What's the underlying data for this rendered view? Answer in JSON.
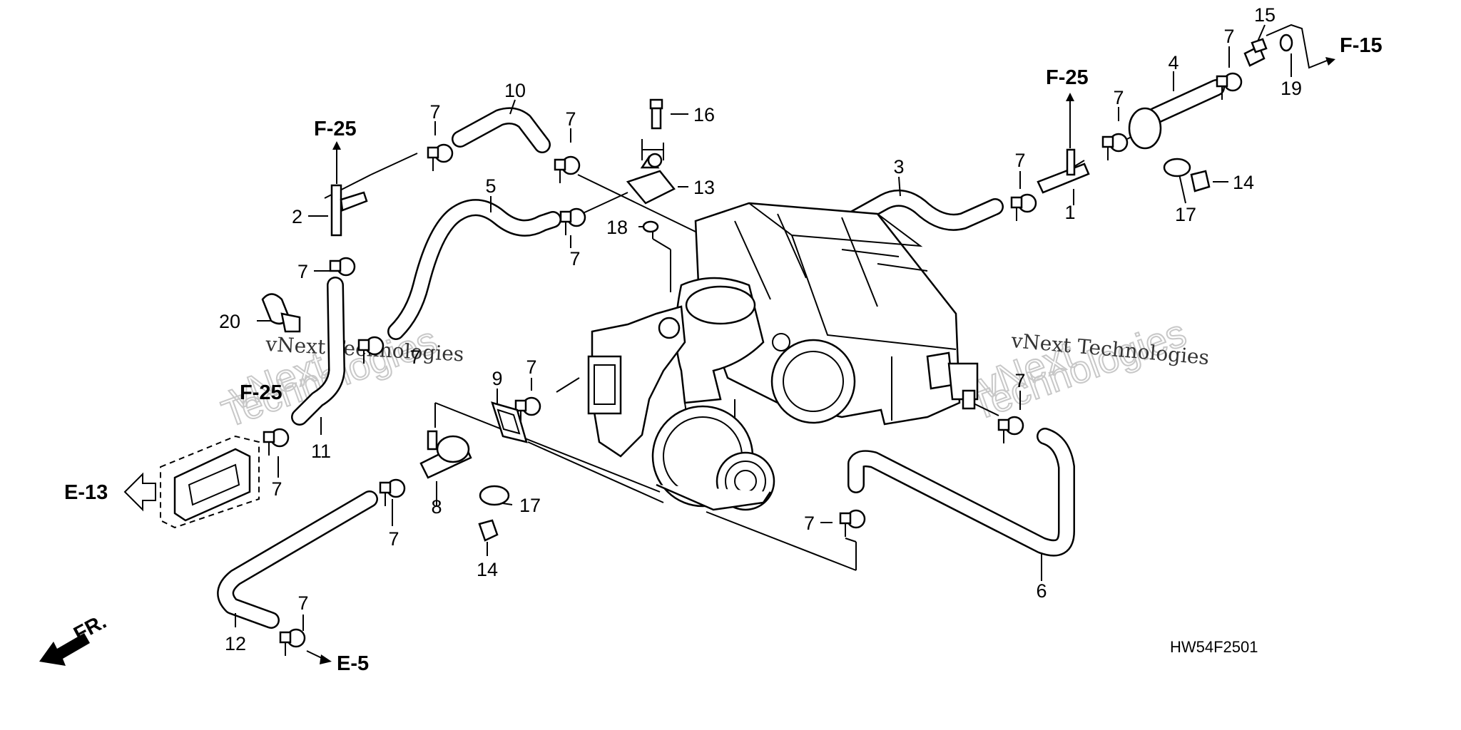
{
  "diagram_code": "HW54F2501",
  "watermark": {
    "line1": "vNext Technologies",
    "line2_a": "vNext",
    "line2_b": "Technologies"
  },
  "direction": {
    "front": "FR."
  },
  "refs": {
    "f25": "F-25",
    "f15": "F-15",
    "e13": "E-13",
    "e5": "E-5"
  },
  "parts": {
    "p1": "1",
    "p2": "2",
    "p3": "3",
    "p4": "4",
    "p5": "5",
    "p6": "6",
    "p7": "7",
    "p8": "8",
    "p9": "9",
    "p10": "10",
    "p11": "11",
    "p12": "12",
    "p13": "13",
    "p14": "14",
    "p15": "15",
    "p16": "16",
    "p17": "17",
    "p18": "18",
    "p19": "19",
    "p20": "20"
  },
  "colors": {
    "line": "#000000",
    "background": "#ffffff",
    "watermark": "#c8c8c8"
  }
}
